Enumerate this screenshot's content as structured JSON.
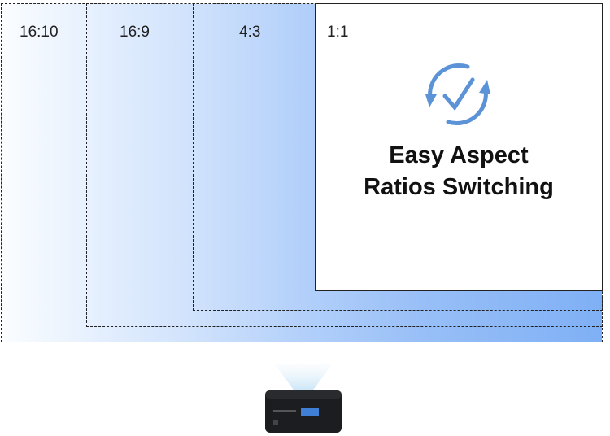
{
  "ratios": [
    {
      "label": "16:10"
    },
    {
      "label": "16:9"
    },
    {
      "label": "4:3"
    },
    {
      "label": "1:1"
    }
  ],
  "feature": {
    "icon": "refresh-check-icon",
    "title_line1": "Easy Aspect",
    "title_line2": "Ratios Switching"
  },
  "colors": {
    "accent": "#5b93d6",
    "gradient_start": "#fbfdff",
    "gradient_end": "#7fb0f5"
  },
  "device": {
    "icon": "projector-icon"
  }
}
